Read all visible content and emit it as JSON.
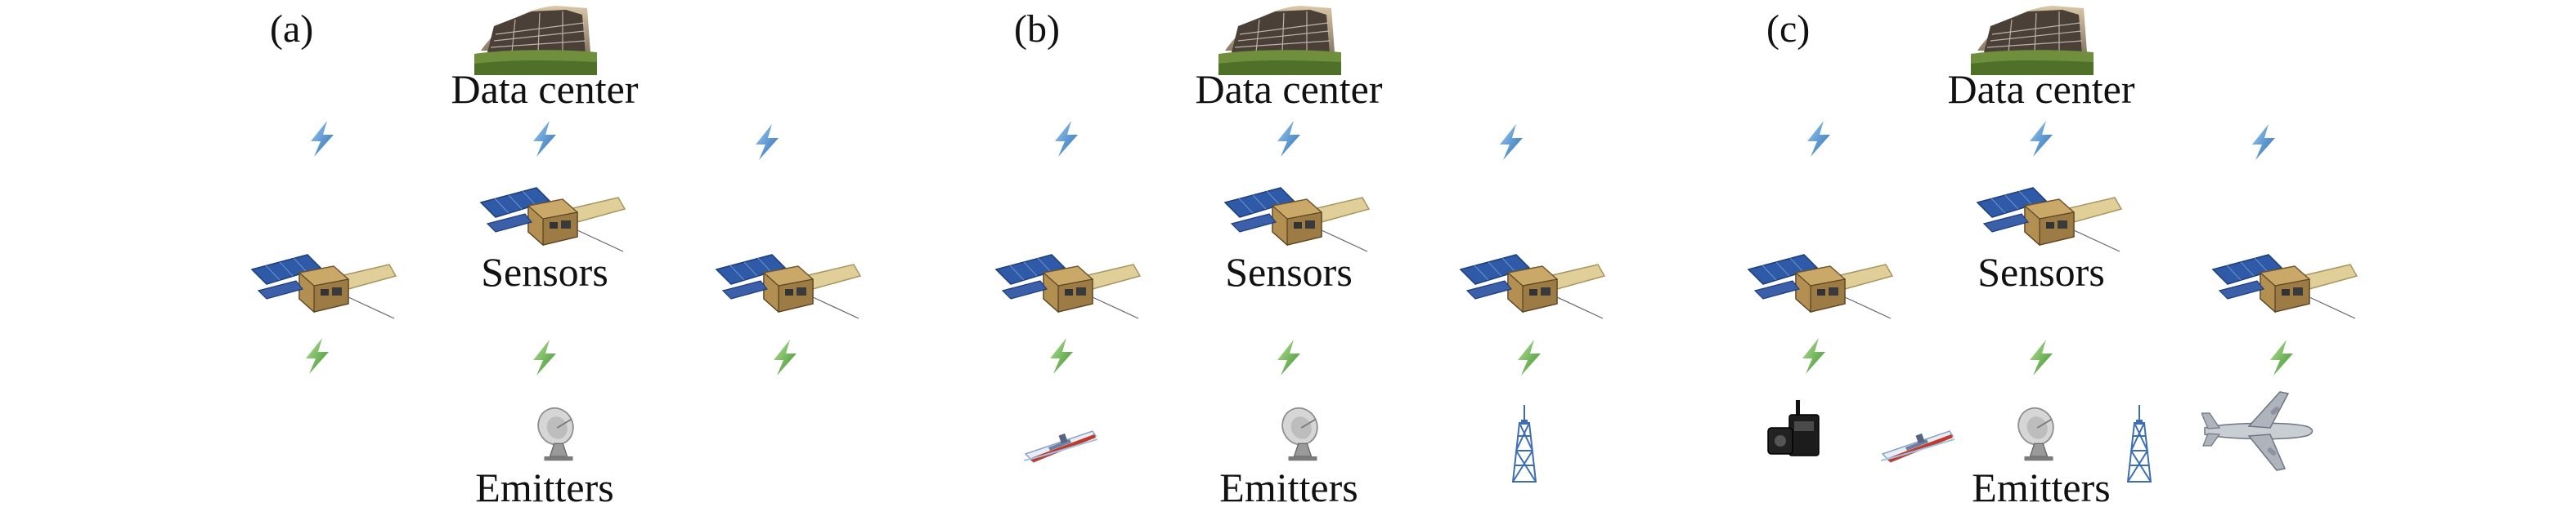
{
  "labels": {
    "data_center": "Data center",
    "sensors": "Sensors",
    "emitters": "Emitters"
  },
  "panels": [
    {
      "id": "a",
      "tag": "(a)",
      "emitters": [
        "radar-dish"
      ]
    },
    {
      "id": "b",
      "tag": "(b)",
      "emitters": [
        "ship",
        "radar-dish",
        "radio-tower"
      ]
    },
    {
      "id": "c",
      "tag": "(c)",
      "emitters": [
        "handheld-radio",
        "ship",
        "radar-dish",
        "radio-tower",
        "airplane"
      ]
    }
  ],
  "colors": {
    "downlink_bolt": "#3a7ec2",
    "uplink_bolt": "#4ea33a",
    "solar_panel": "#3b5fa8",
    "satellite_body": "#b89a5a",
    "building": "#4a4038",
    "lawn": "#6f8f3c"
  },
  "icons": {
    "data_center": "data-center-icon",
    "satellite": "satellite-icon",
    "blue_link": "lightning-bolt-blue-icon",
    "green_link": "lightning-bolt-green-icon"
  }
}
